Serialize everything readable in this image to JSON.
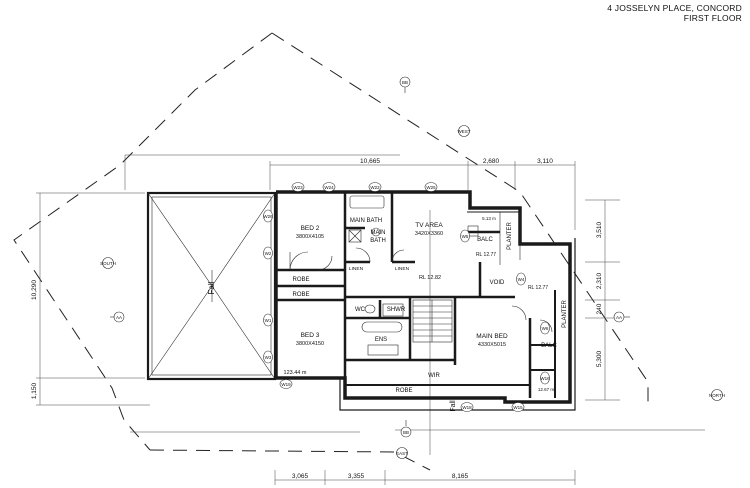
{
  "title": {
    "address": "4 JOSSELYN PLACE, CONCORD",
    "level": "FIRST FLOOR"
  },
  "rooms": {
    "bed2_name": "BED 2",
    "bed2_size": "3800X4105",
    "bed3_name": "BED 3",
    "bed3_size": "3800X4150",
    "main_bath_top": "MAIN BATH",
    "main_bath_label_1": "MAIN",
    "main_bath_label_2": "BATH",
    "tv_area_name": "TV AREA",
    "tv_area_size": "3420X3360",
    "main_bed_name": "MAIN BED",
    "main_bed_size": "4330X5015",
    "robe_1": "ROBE",
    "robe_2": "ROBE",
    "robe_3": "ROBE",
    "linen_1": "LINEN",
    "linen_2": "LINEN",
    "wc": "WC",
    "shwr": "SHWR",
    "ens": "ENS",
    "wir": "WIR",
    "void": "VOID",
    "balc_1": "BALC",
    "balc_2": "BALC",
    "planter_1": "PLANTER",
    "planter_2": "PLANTER"
  },
  "levels": {
    "rl_landing": "RL 12.82",
    "rl_balc_1": "RL 12.77",
    "rl_balc_2": "RL 12.77",
    "rl_balc_3": "12.67 m",
    "rl_planter": "5.13 m",
    "area_note": "123.44 m"
  },
  "roof": {
    "fall_1": "Fall",
    "fall_2": "Fall"
  },
  "dimensions": {
    "top_1": "10,665",
    "top_2": "2,680",
    "top_3": "3,110",
    "bottom_1": "3,065",
    "bottom_2": "3,355",
    "bottom_3": "8,165",
    "left_1": "10,290",
    "left_2": "1,150",
    "right_1": "3,510",
    "right_2": "2,310",
    "right_3": "240",
    "right_4": "5,300"
  },
  "markers": {
    "bb_top": "BB",
    "bb_bottom": "BB",
    "aa_left": "AA",
    "aa_right": "AA",
    "west": "WEST",
    "south": "SOUTH",
    "north": "NORTH",
    "east": "EAST"
  },
  "window_tags": {
    "w23": "W23",
    "w24": "W24",
    "w22": "W22",
    "w25": "W25",
    "w26": "W26",
    "w2": "W2",
    "w1": "W1",
    "w3": "W3",
    "w19": "W19",
    "w18": "W18",
    "w15": "W15",
    "w4": "W4",
    "w6": "W6",
    "w16": "W16",
    "w5": "W5"
  }
}
